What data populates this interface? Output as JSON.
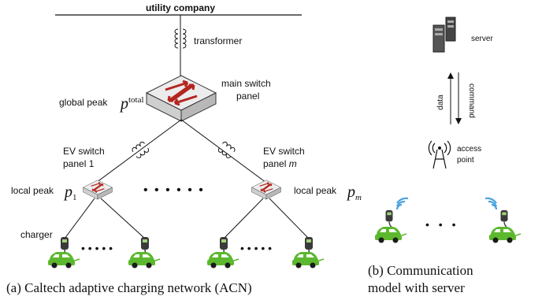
{
  "labels": {
    "utility": "utility company",
    "transformer": "transformer",
    "main_switch_1": "main switch",
    "main_switch_2": "panel",
    "global_peak": "global peak",
    "p_total_base": "p",
    "p_total_sup": "total",
    "ev_switch_left_1": "EV switch",
    "ev_switch_left_2": "panel 1",
    "ev_switch_right_1": "EV switch",
    "ev_switch_right_2": "panel",
    "ev_switch_right_m": "m",
    "local_peak_left": "local peak",
    "p1_base": "p",
    "p1_sub": "1",
    "local_peak_right": "local peak",
    "pm_base": "p",
    "pm_sub": "m",
    "charger": "charger",
    "dots_mid": "• • • • • •",
    "dots_left": "• • • • •",
    "dots_right": "• • • • •",
    "server": "server",
    "data": "data",
    "command": "command",
    "access_1": "access",
    "access_2": "point",
    "dots_b": "• • •"
  },
  "captions": {
    "a": "(a) Caltech adaptive charging network (ACN)",
    "b1": "(b)   Communication",
    "b2": "model with server"
  },
  "colors": {
    "car": "#5cb82e",
    "switch_arrow": "#b3261e",
    "wifi": "#4aa3df",
    "line": "#111111"
  },
  "icons": [
    "switch-icon",
    "car-icon",
    "charger-icon",
    "server-icon",
    "antenna-icon",
    "transformer-icon"
  ]
}
